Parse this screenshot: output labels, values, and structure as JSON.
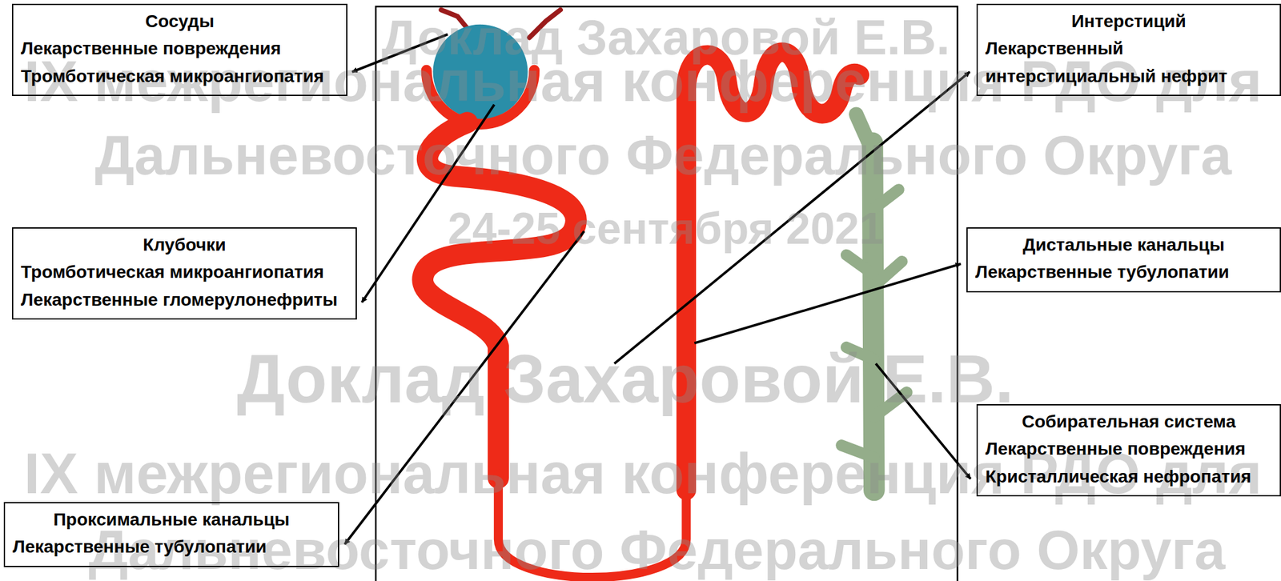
{
  "diagram": {
    "nodes": [
      {
        "text": [
          "Сосуды",
          "Лекарственные повреждения",
          "Тромботическая микроангиопатия"
        ]
      },
      {
        "text": [
          "Клубочки",
          "Тромботическая микроангиопатия",
          "Лекарственные гломерулонефриты"
        ]
      },
      {
        "text": [
          "Проксимальные канальцы",
          "Лекарственные тубулопатии"
        ]
      },
      {
        "text": [
          "Интерстиций",
          "Лекарственный интерстициальный нефрит"
        ]
      },
      {
        "text": [
          "Дистальные канальцы",
          "Лекарственные тубулопатии"
        ]
      },
      {
        "text": [
          "Собирательная система",
          "Лекарственные повреждения",
          "Кристаллическая нефропатия"
        ]
      }
    ],
    "labels": [
      "Доклад Захаровой Е.В.",
      "IX межрегиональная конференция РДО для",
      "Дальневосточного Федерального Округа",
      "24-25 сентября 2021",
      "Доклад Захаровой Е.В.",
      "IX межрегиональная конференция РДО для",
      "Дальневосточного Федерального Округа"
    ]
  }
}
